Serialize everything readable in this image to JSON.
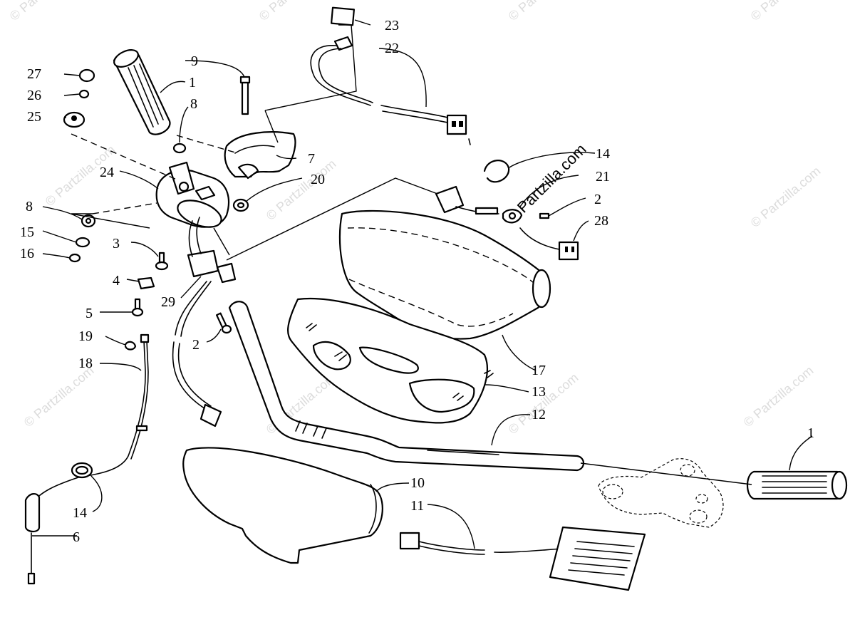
{
  "watermarks": {
    "corner": "© Partzilla.com",
    "center": "Partzilla.com"
  },
  "callouts": {
    "c1a": "1",
    "c1b": "1",
    "c2a": "2",
    "c2b": "2",
    "c3": "3",
    "c4": "4",
    "c5": "5",
    "c6": "6",
    "c7": "7",
    "c8a": "8",
    "c8b": "8",
    "c9": "9",
    "c10": "10",
    "c11": "11",
    "c12": "12",
    "c13": "13",
    "c14a": "14",
    "c14b": "14",
    "c15": "15",
    "c16": "16",
    "c17": "17",
    "c18": "18",
    "c19": "19",
    "c20": "20",
    "c21": "21",
    "c22": "22",
    "c23": "23",
    "c24": "24",
    "c25": "25",
    "c26": "26",
    "c27": "27",
    "c28": "28",
    "c29": "29"
  }
}
